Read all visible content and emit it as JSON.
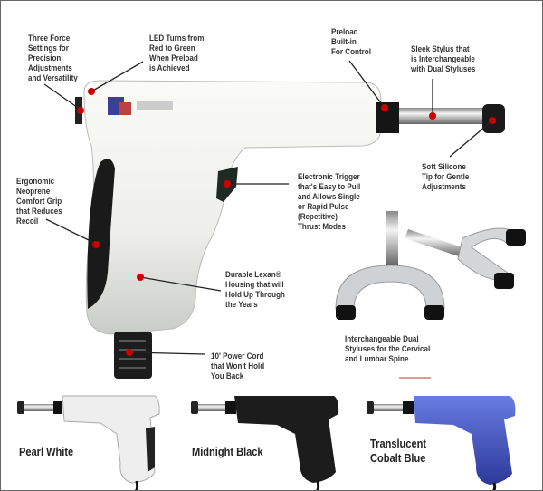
{
  "callouts": {
    "force_settings": [
      "Three Force",
      "Settings for",
      "Precision",
      "Adjustments",
      "and Versatility"
    ],
    "led": [
      "LED Turns from",
      "Red to Green",
      "When Preload",
      "is Achieved"
    ],
    "preload": [
      "Preload",
      "Built-in",
      "For Control"
    ],
    "stylus": [
      "Sleek Stylus that",
      "is Interchangeable",
      "with Dual Styluses"
    ],
    "tip": [
      "Soft Silicone",
      "Tip for Gentle",
      "Adjustments"
    ],
    "grip": [
      "Ergonomic",
      "Neoprene",
      "Comfort Grip",
      "that Reduces",
      "Recoil"
    ],
    "trigger": [
      "Electronic Trigger",
      "that's Easy to Pull",
      "and Allows Single",
      "or Rapid Pulse",
      "(Repetitive)",
      "Thrust Modes"
    ],
    "housing": [
      "Durable Lexan®",
      "Housing that will",
      "Hold Up Through",
      "the Years"
    ],
    "cord": [
      "10' Power Cord",
      "that Won't Hold",
      "You Back"
    ],
    "dual_styluses": [
      "Interchangeable Dual",
      "Styluses for the Cervical",
      "and Lumbar Spine"
    ]
  },
  "variants": [
    {
      "name": [
        "Pearl White"
      ],
      "color": "#eeeeee"
    },
    {
      "name": [
        "Midnight Black"
      ],
      "color": "#1c1c1c"
    },
    {
      "name": [
        "Translucent",
        "Cobalt Blue"
      ],
      "color": "#2a3fb0"
    }
  ],
  "colors": {
    "callout_dot": "#cc0000",
    "grip": "#1a1a1a",
    "housing": "#f2f2ef"
  }
}
